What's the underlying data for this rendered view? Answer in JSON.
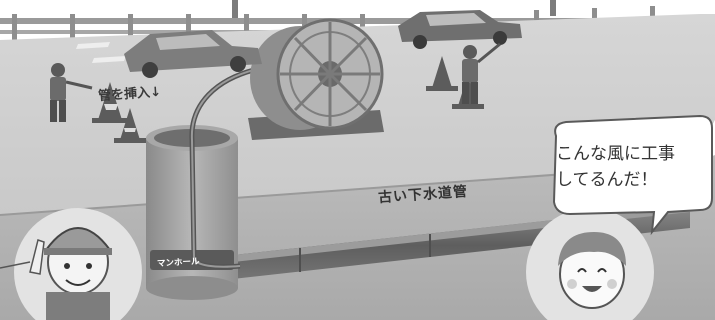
{
  "labels": {
    "insert_pipe": "管を挿入↓",
    "old_sewer_pipe": "古い下水道管",
    "manhole": "マンホール"
  },
  "speech_bubble": {
    "line1": "こんな風に工事",
    "line2": "してるんだ！"
  },
  "icons": [
    "worker-with-flag-icon",
    "worker-with-flag-icon",
    "car-icon",
    "car-icon",
    "traffic-cone-icon",
    "pipe-reel-drum-icon",
    "manhole-icon",
    "sewer-pipe-icon",
    "guardrail-icon",
    "worker-character-icon",
    "child-character-icon"
  ],
  "colors": {
    "road": "#cfcfcf",
    "road_edge": "#a9a9a9",
    "ground": "#bdbdbd",
    "manhole_body": "#9d9d9d",
    "pipe": "#6f6f6f",
    "sky": "#ffffff"
  }
}
